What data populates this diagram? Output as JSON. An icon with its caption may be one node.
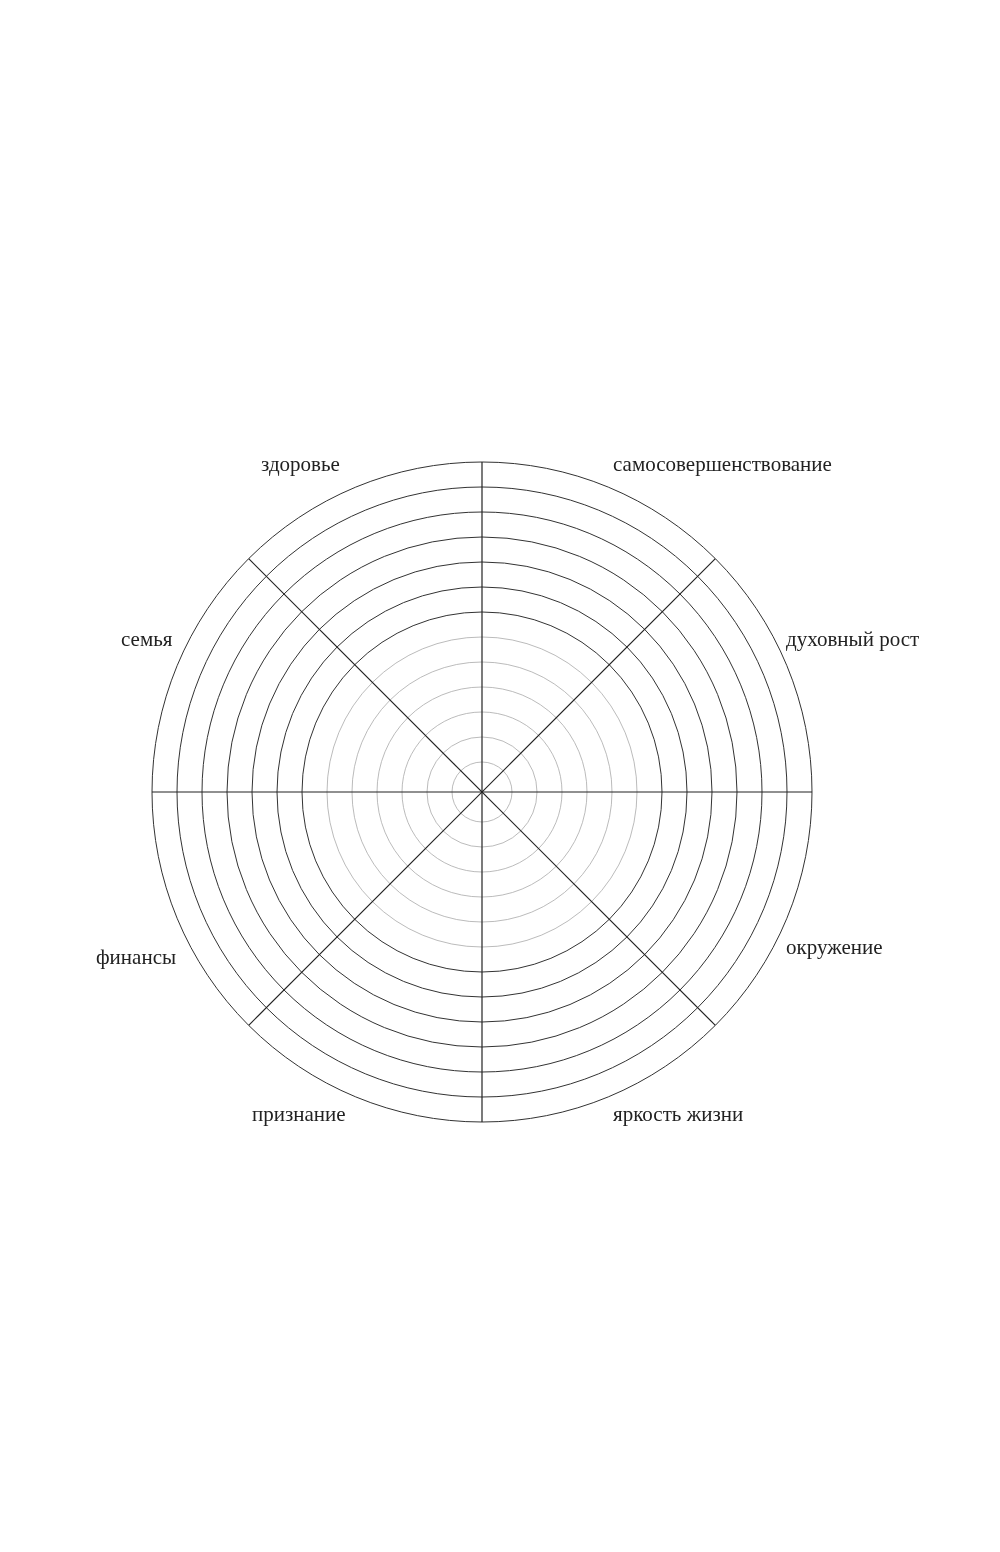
{
  "diagram": {
    "labels": [
      "здоровье",
      "самосовершенствование",
      "семья",
      "духовный рост",
      "окружение",
      "финансы",
      "признание",
      "яркость жизни"
    ]
  }
}
